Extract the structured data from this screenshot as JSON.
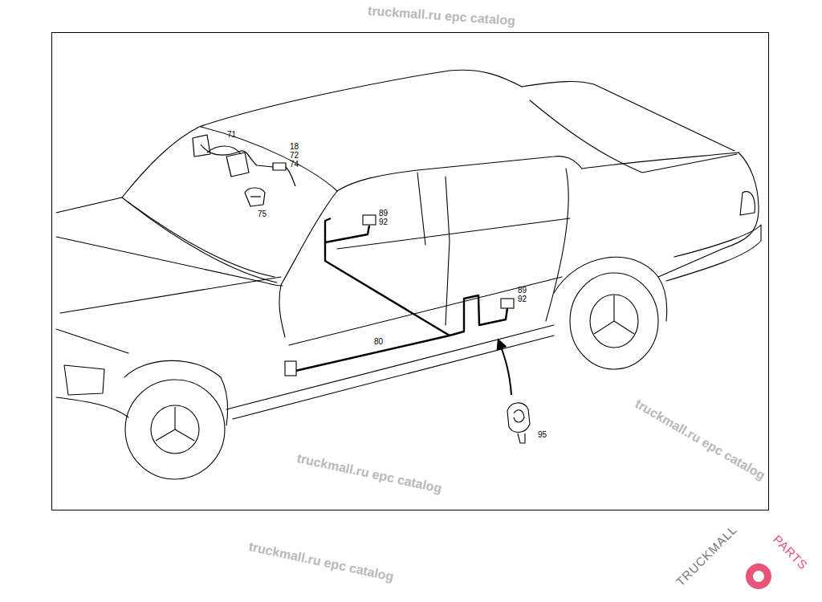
{
  "diagram": {
    "labels": [
      "71",
      "18",
      "72",
      "74",
      "75",
      "89",
      "92",
      "89",
      "92",
      "80",
      "95",
      "truckmall.ru epc catalog",
      "truckmall.ru epc catalog",
      "truckmall.ru epc catalog",
      "truckmall.ru epc catalog",
      "TRUCKMALL",
      "PARTS"
    ]
  }
}
